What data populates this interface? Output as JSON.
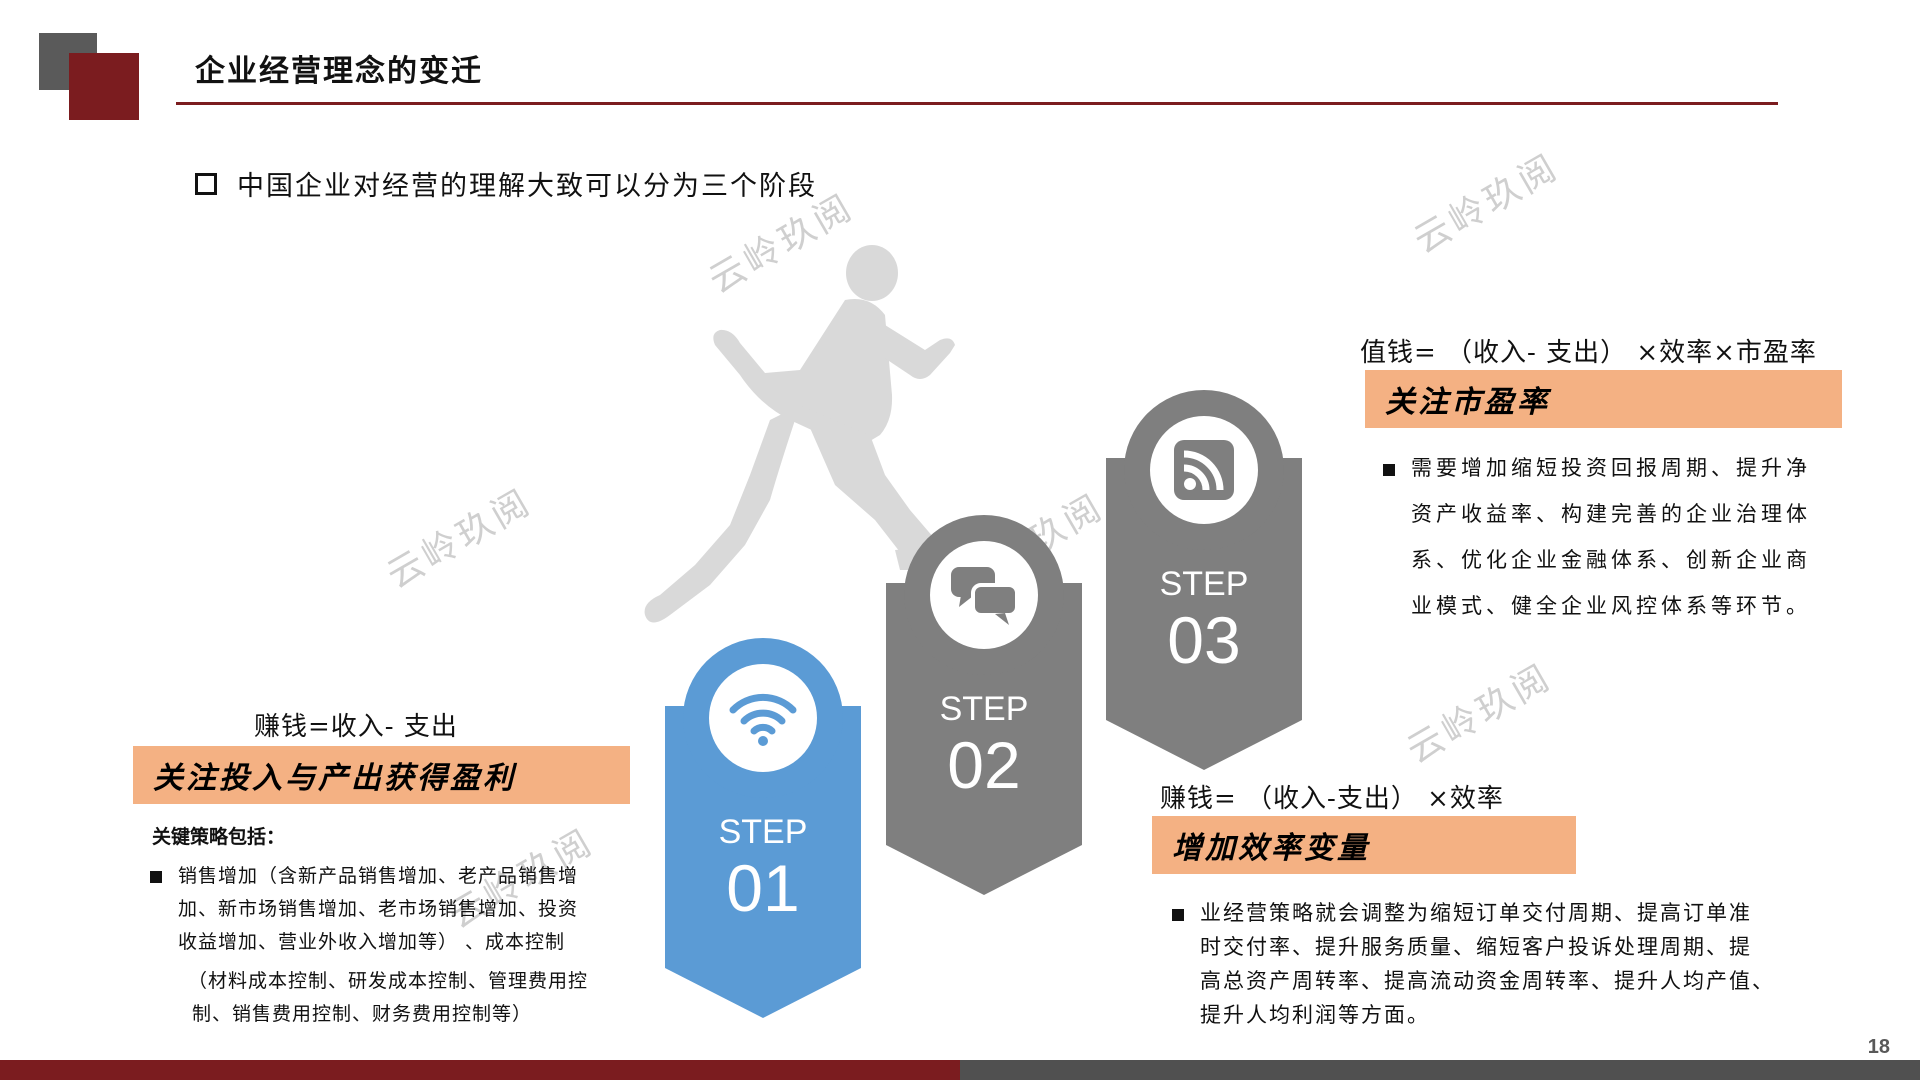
{
  "title": "企业经营理念的变迁",
  "intro": "中国企业对经营的理解大致可以分为三个阶段",
  "watermark": "云岭玖阅",
  "page_number": "18",
  "colors": {
    "brand_red": "#7b1c1f",
    "dark_gray": "#5a5a5a",
    "step1_blue": "#5b9bd5",
    "step_gray": "#7f7f7f",
    "orange": "#f4b183",
    "runner_gray": "#d9d9d9"
  },
  "steps": [
    {
      "label": "STEP",
      "number": "01",
      "icon": "wifi-icon"
    },
    {
      "label": "STEP",
      "number": "02",
      "icon": "chat-bubbles-icon"
    },
    {
      "label": "STEP",
      "number": "03",
      "icon": "rss-icon"
    }
  ],
  "stage1": {
    "formula": "赚钱=收入- 支出",
    "heading": "关注投入与产出获得盈利",
    "strategy_title": "关键策略包括：",
    "lines": [
      "销售增加（含新产品销售增加、老产品销售增",
      "加、新市场销售增加、老市场销售增加、投资",
      "收益增加、营业外收入增加等）  、成本控制",
      "（材料成本控制、研发成本控制、管理费用控",
      "制、销售费用控制、财务费用控制等）"
    ]
  },
  "stage2": {
    "formula": "赚钱=  （收入-支出）  ×效率",
    "heading": "增加效率变量",
    "lines": [
      "业经营策略就会调整为缩短订单交付周期、提高订单准",
      "时交付率、提升服务质量、缩短客户投诉处理周期、提",
      "高总资产周转率、提高流动资金周转率、提升人均产值、",
      "提升人均利润等方面。"
    ]
  },
  "stage3": {
    "formula": "值钱=  （收入- 支出）  ×效率×市盈率",
    "heading": "关注市盈率",
    "lines": [
      "需要增加缩短投资回报周期、提升净",
      "资产收益率、构建完善的企业治理体",
      "系、优化企业金融体系、创新企业商",
      "业模式、健全企业风控体系等环节。"
    ]
  }
}
